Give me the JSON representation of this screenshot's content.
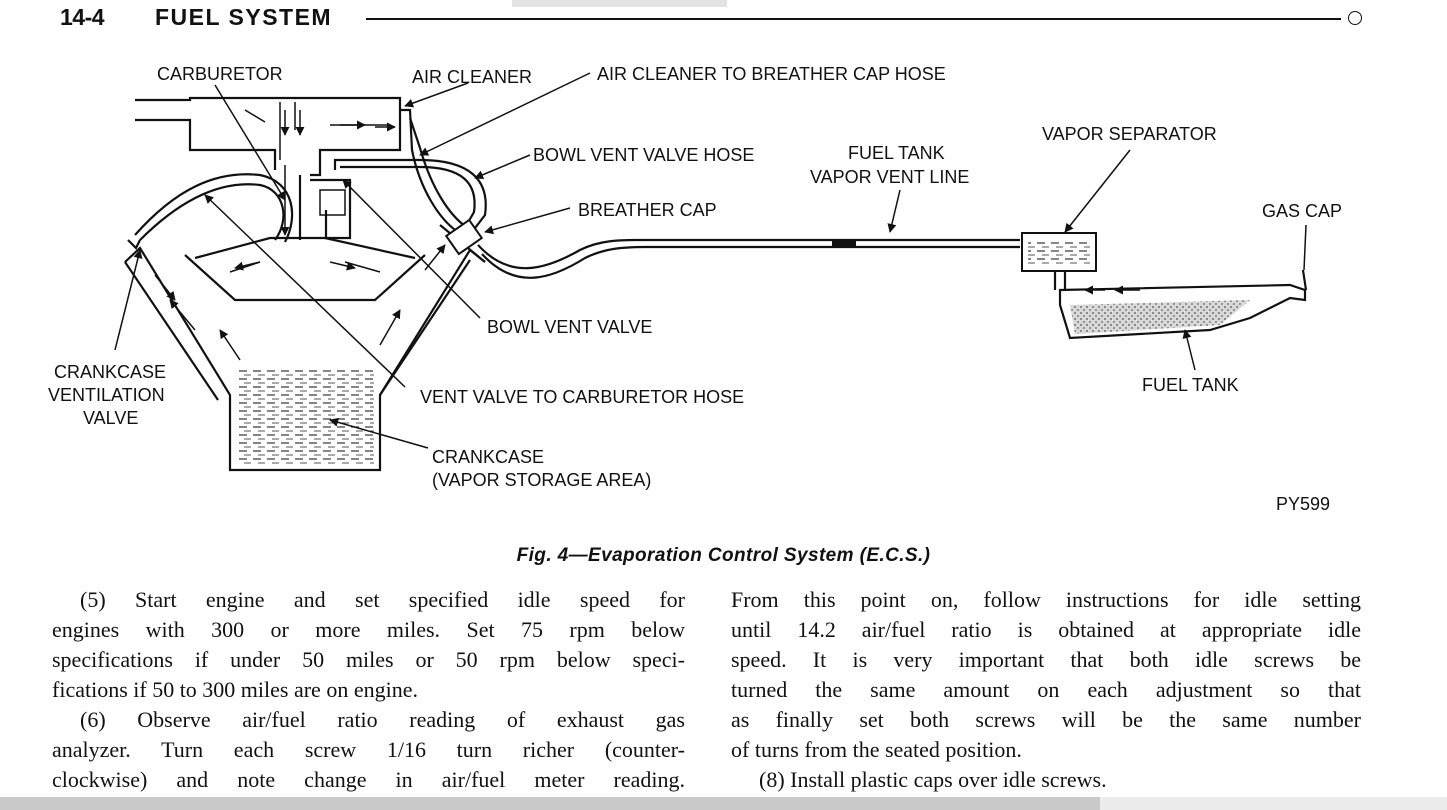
{
  "header": {
    "page_number": "14-4",
    "section_title": "FUEL SYSTEM"
  },
  "diagram": {
    "labels": {
      "carburetor": "CARBURETOR",
      "air_cleaner": "AIR CLEANER",
      "air_cleaner_hose": "AIR CLEANER TO BREATHER CAP HOSE",
      "bowl_vent_valve_hose": "BOWL VENT VALVE HOSE",
      "fuel_tank_vent_line_1": "FUEL TANK",
      "fuel_tank_vent_line_2": "VAPOR VENT LINE",
      "vapor_separator": "VAPOR SEPARATOR",
      "breather_cap": "BREATHER CAP",
      "gas_cap": "GAS CAP",
      "bowl_vent_valve": "BOWL VENT VALVE",
      "crankcase_vent_valve_1": "CRANKCASE",
      "crankcase_vent_valve_2": "VENTILATION",
      "crankcase_vent_valve_3": "VALVE",
      "vent_valve_hose": "VENT VALVE TO CARBURETOR HOSE",
      "fuel_tank": "FUEL TANK",
      "crankcase_1": "CRANKCASE",
      "crankcase_2": "(VAPOR STORAGE AREA)",
      "figure_code": "PY599"
    }
  },
  "caption": "Fig. 4—Evaporation Control System (E.C.S.)",
  "body": {
    "left": [
      {
        "text": "(5) Start engine and set specified idle speed for",
        "indent": true
      },
      {
        "text": "engines with 300 or more miles. Set 75 rpm below"
      },
      {
        "text": "specifications if under 50 miles or 50 rpm below speci-"
      },
      {
        "text": "fications if 50 to 300 miles are on engine.",
        "last": true
      },
      {
        "text": "(6) Observe air/fuel ratio reading of exhaust gas",
        "indent": true
      },
      {
        "text": "analyzer. Turn each screw 1/16 turn richer (counter-"
      },
      {
        "text": "clockwise) and note change in air/fuel meter reading."
      }
    ],
    "right": [
      {
        "text": "From this point on, follow instructions for idle setting"
      },
      {
        "text": "until 14.2 air/fuel ratio is obtained at appropriate idle"
      },
      {
        "text": "speed. It is very important that both idle screws be"
      },
      {
        "text": "turned the same amount on each adjustment so that"
      },
      {
        "text": "as finally set both screws will be the same number"
      },
      {
        "text": "of turns from the seated position.",
        "last": true
      },
      {
        "text": "(8) Install plastic caps over idle screws.",
        "indent": true,
        "last": true
      }
    ]
  }
}
